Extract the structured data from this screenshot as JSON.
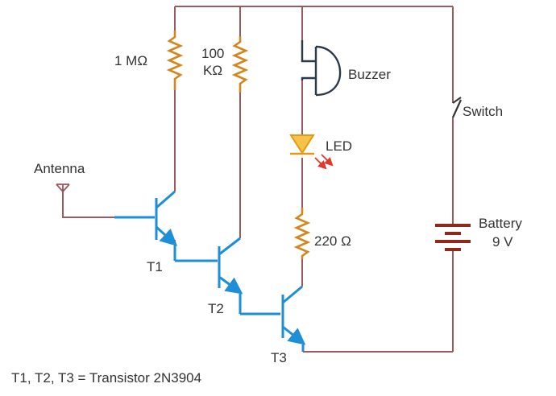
{
  "labels": {
    "r1": "1 MΩ",
    "r2_value": "100",
    "r2_unit": "KΩ",
    "buzzer": "Buzzer",
    "switch": "Switch",
    "led": "LED",
    "antenna": "Antenna",
    "r3": "220 Ω",
    "battery": "Battery",
    "battery_voltage": "9 V",
    "t1": "T1",
    "t2": "T2",
    "t3": "T3",
    "note": "T1, T2, T3 = Transistor 2N3904"
  },
  "colors": {
    "wire": "#9b5a5f",
    "resistor": "#d4861e",
    "transistor": "#1e8fd6",
    "led": "#f2a31a",
    "led_arrows": "#e0392b",
    "battery": "#8e2a1c",
    "buzzer": "#2b3a4a"
  }
}
